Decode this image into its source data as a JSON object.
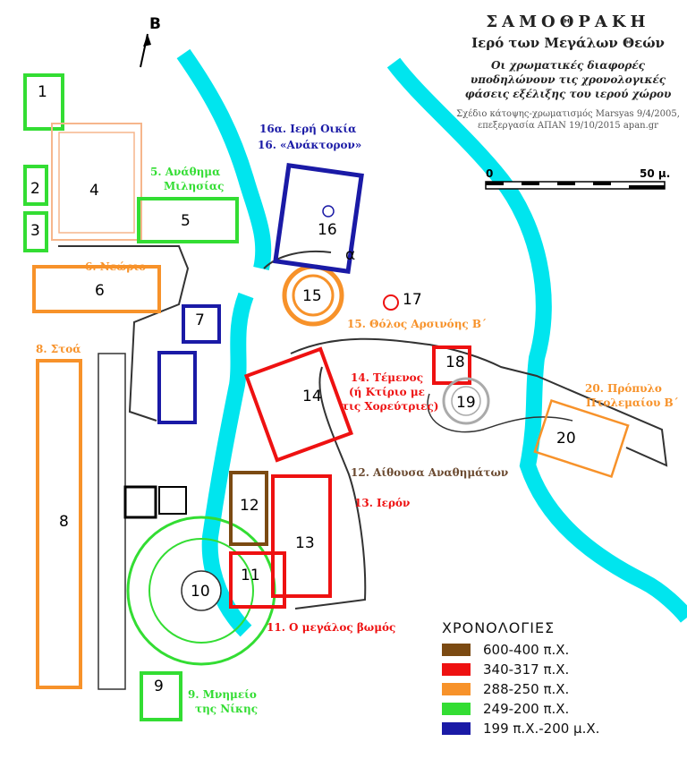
{
  "north_label": "Β",
  "title": {
    "line1": "ΣΑΜΟΘΡΑΚΗ",
    "line2": "Ιερό των Μεγάλων Θεών",
    "line3": "Οι χρωματικές διαφορές υποδηλώνουν τις χρονολογικές φάσεις εξέλιξης του ιερού χώρου",
    "credit": "Σχέδιο κάτοψης-χρωματισμός Marsyas 9/4/2005, επεξεργασία ΑΠΑΝ 19/10/2015 apan.gr"
  },
  "scale": {
    "start": "0",
    "end": "50 μ."
  },
  "numbers": [
    "1",
    "2",
    "3",
    "4",
    "5",
    "6",
    "7",
    "8",
    "9",
    "10",
    "11",
    "12",
    "13",
    "14",
    "15",
    "16",
    "17",
    "18",
    "19",
    "20",
    "α"
  ],
  "labels": {
    "l5a": "5. Ανάθημα",
    "l5b": "Μιλησίας",
    "l6": "6. Νεώριο",
    "l8": "8. Στοά",
    "l9a": "9. Μνημείο",
    "l9b": "της Νίκης",
    "l11": "11. Ο μεγάλος βωμός",
    "l12": "12. Αίθουσα Αναθημάτων",
    "l13": "13. Ιερόν",
    "l14a": "14. Τέμενος",
    "l14b": "(ή Κτίριο με",
    "l14c": "τις Χορεύτριες)",
    "l15": "15. Θόλος Αρσινόης Β΄",
    "l16a": "16α. Ιερή Οικία",
    "l16b": "16. «Ανάκτορον»",
    "l20a": "20. Πρόπυλο",
    "l20b": "Πτολεμαίου Β΄"
  },
  "legend": {
    "title": "ΧΡΟΝΟΛΟΓΙΕΣ",
    "items": [
      {
        "label": "600-400 π.Χ.",
        "color": "#7b4a12"
      },
      {
        "label": "340-317 π.Χ.",
        "color": "#ee1111"
      },
      {
        "label": "288-250 π.Χ.",
        "color": "#f7922a"
      },
      {
        "label": "249-200 π.Χ.",
        "color": "#33dd33"
      },
      {
        "label": "199 π.Χ.-200 μ.Χ.",
        "color": "#1a1aa6"
      }
    ]
  },
  "colors": {
    "river": "#00e5ee",
    "brown": "#7b4a12",
    "red": "#ee1111",
    "orange": "#f7922a",
    "light_orange": "#f6b68c",
    "green": "#33dd33",
    "blue": "#1a1aa6",
    "outline": "#333333"
  }
}
